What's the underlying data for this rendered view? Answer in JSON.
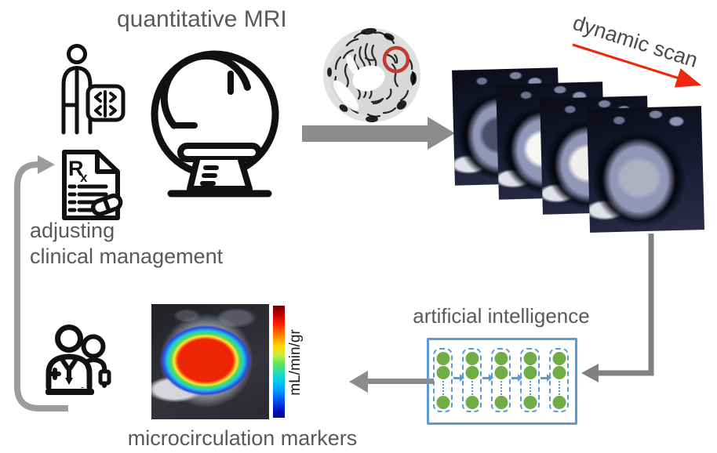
{
  "title": "quantitative MRI",
  "dynamic_scan": {
    "label": "dynamic scan"
  },
  "ai": {
    "label": "artificial intelligence"
  },
  "network": {
    "columns": 5,
    "nodes_per_column": 3
  },
  "markers": {
    "label": "microcirculation markers",
    "colorbar_unit": "mL/min/gr"
  },
  "management": {
    "line1": "adjusting",
    "line2": "clinical management"
  },
  "rx_doc": {
    "symbol": "R",
    "symbol_sub": "x"
  },
  "stack": {
    "frames": 4
  },
  "colors": {
    "text_gray": "#595959",
    "arrow_gray": "#8c8c8c",
    "feedback_gray": "#9c9c9c",
    "accent_blue": "#5b9bd5",
    "node_green": "#70ad47",
    "red_accent": "#f0270e",
    "annotation_red": "#c23a30",
    "icon_black": "#111111"
  },
  "icons": {
    "patient": "patient-with-scan-card",
    "mri_scanner": "mri-scanner",
    "rx_document": "prescription-document",
    "doctors": "medical-team"
  }
}
